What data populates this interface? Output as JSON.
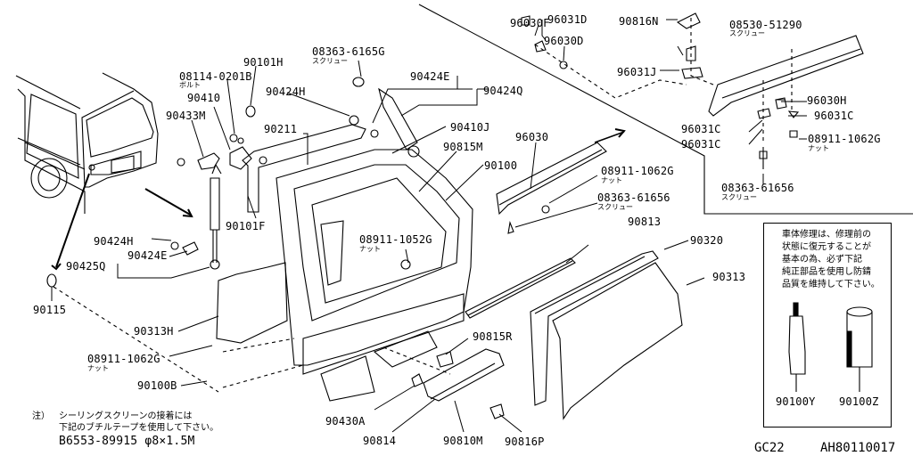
{
  "diagram": {
    "title_code": "GC22",
    "figure_id": "AH80110017",
    "parts": {
      "p90101H": "90101H",
      "p08114": "08114-0201B",
      "p08114_sub": "ボルト",
      "p90410": "90410",
      "p90433M": "90433M",
      "p08363_6165G": "08363-6165G",
      "p08363_6165G_sub": "スクリュー",
      "p90424H_top": "90424H",
      "p90424E_top": "90424E",
      "p90424Q": "90424Q",
      "p90211": "90211",
      "p90410J": "90410J",
      "p90815M": "90815M",
      "p90100": "90100",
      "p90101F": "90101F",
      "p96030F": "96030F",
      "p96031D": "96031D",
      "p96030D": "96030D",
      "p90816N": "90816N",
      "p08530": "08530-51290",
      "p08530_sub": "スクリュー",
      "p96031J": "96031J",
      "p96030H": "96030H",
      "p96031C_a": "96031C",
      "p96031C_b": "96031C",
      "p96031C_c": "96031C",
      "p08911_1062G_r": "08911-1062G",
      "p08911_1062G_r_sub": "ナット",
      "p08363_61656_r": "08363-61656",
      "p08363_61656_r_sub": "スクリュー",
      "p96030": "96030",
      "p08911_1062G_m": "08911-1062G",
      "p08911_1062G_m_sub": "ナット",
      "p08363_61656_m": "08363-61656",
      "p08363_61656_m_sub": "スクリュー",
      "p90813": "90813",
      "p90320": "90320",
      "p90313": "90313",
      "p08911_1052G": "08911-1052G",
      "p08911_1052G_sub": "ナット",
      "p90424H_low": "90424H",
      "p90424E_low": "90424E",
      "p90425Q": "90425Q",
      "p90115": "90115",
      "p90313H": "90313H",
      "p08911_1062G_l": "08911-1062G",
      "p08911_1062G_l_sub": "ナット",
      "p90100B": "90100B",
      "p90815R": "90815R",
      "p90430A": "90430A",
      "p90814": "90814",
      "p90810M": "90810M",
      "p90816P": "90816P",
      "p90100Y": "90100Y",
      "p90100Z": "90100Z"
    },
    "repair_note": [
      "車体修理は、修理前の",
      "状態に復元することが",
      "基本の為、必ず下記",
      "純正部品を使用し防錆",
      "品質を維持して下さい。"
    ],
    "footnote": {
      "prefix": "注）",
      "line1": "シーリングスクリーンの接着には",
      "line2": "下記のブチルテープを使用して下さい。",
      "line3": "B6553-89915 φ8×1.5M"
    }
  }
}
